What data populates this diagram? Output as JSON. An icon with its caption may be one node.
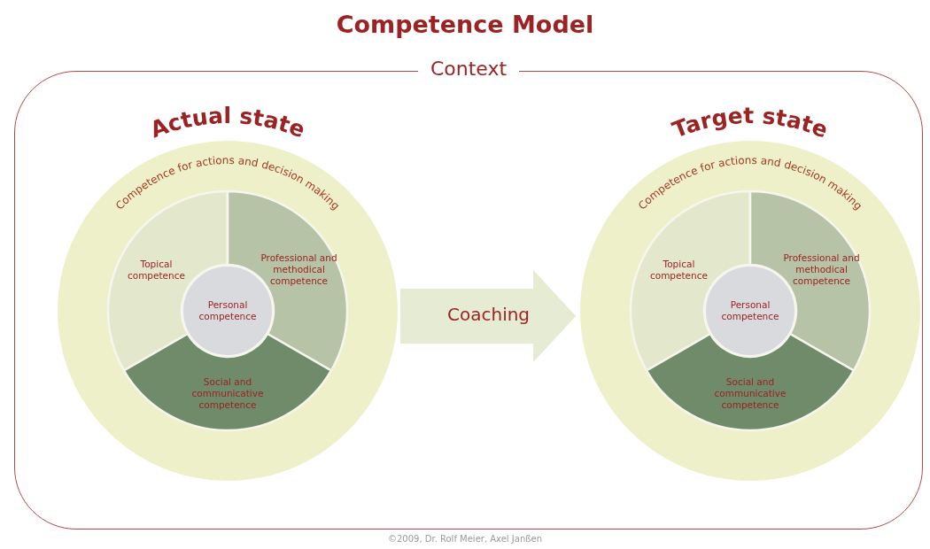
{
  "diagram": {
    "title": "Competence Model",
    "caption": "©2009, Dr. Rolf Meier, Axel Janßen",
    "nodes": [
      {
        "text": [
          "Context"
        ]
      },
      {
        "text": [
          "Actual state",
          "Competence for actions and decision making"
        ],
        "in": 0
      },
      {
        "text": [
          "Topical competence"
        ],
        "in": 1
      },
      {
        "text": [
          "Professional and methodical competence"
        ],
        "in": 1
      },
      {
        "text": [
          "Social and communicative competence"
        ],
        "in": 1
      },
      {
        "text": [
          "Personal competence"
        ],
        "in": 1
      },
      {
        "text": [
          "Target state",
          "Competence for actions and decision making"
        ],
        "in": 0
      },
      {
        "text": [
          "Topical competence"
        ],
        "in": 6
      },
      {
        "text": [
          "Professional and methodical competence"
        ],
        "in": 6
      },
      {
        "text": [
          "Social and communicative competence"
        ],
        "in": 6
      },
      {
        "text": [
          "Personal competence"
        ],
        "in": 6
      }
    ],
    "edges": [
      {
        "from": 1,
        "to": 6,
        "arrow": "to",
        "label": "Coaching"
      }
    ]
  }
}
